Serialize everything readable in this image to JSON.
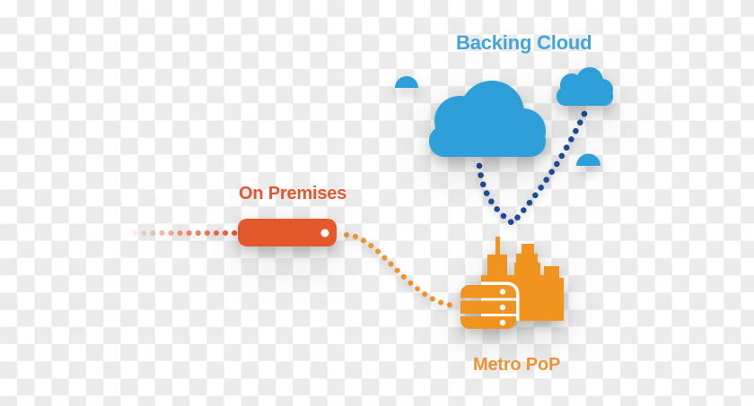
{
  "diagram": {
    "labels": {
      "backing_cloud": "Backing Cloud",
      "on_premises": "On Premises",
      "metro_pop": "Metro PoP"
    },
    "colors": {
      "cloud_blue": "#2E9FD9",
      "backing_label_blue": "#41A4DC",
      "premises_red": "#E4572B",
      "premises_label_red": "#E2582E",
      "metro_orange": "#F0941F",
      "metro_label_orange": "#EC9434",
      "curve_orange": "#F0932B",
      "link_navy": "#1D4D99",
      "dot_white": "#FFFFFF",
      "checker_white": "#FFFFFF",
      "checker_gray": "#EBEBEB"
    },
    "nodes": [
      {
        "id": "backing-cloud",
        "label": "Backing Cloud",
        "icon": "cloud-icon"
      },
      {
        "id": "on-premises",
        "label": "On Premises",
        "icon": "network-appliance-icon"
      },
      {
        "id": "metro-pop",
        "label": "Metro PoP",
        "icon": "city-datacenter-icon"
      }
    ],
    "links": [
      {
        "from": "wan-left-edge",
        "to": "on-premises",
        "style": "dotted",
        "color": "#E4572B",
        "fade": "left"
      },
      {
        "from": "on-premises",
        "to": "metro-pop",
        "style": "dotted",
        "color": "#F0932B"
      },
      {
        "from": "metro-pop",
        "to": "backing-cloud",
        "style": "dotted-v-fork",
        "color": "#1D4D99"
      }
    ]
  }
}
